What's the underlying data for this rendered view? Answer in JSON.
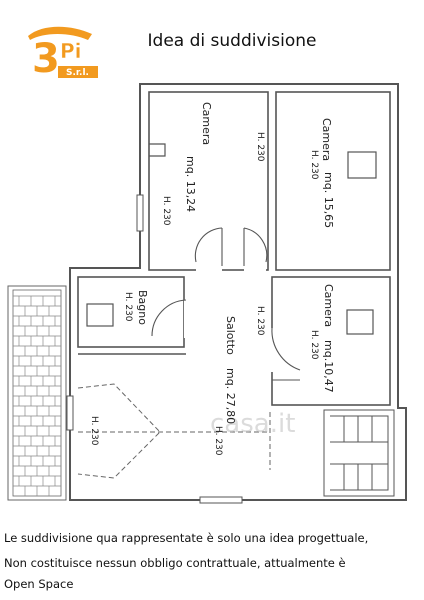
{
  "logo": {
    "mark": "3",
    "superscript": "Pi",
    "company": "S.r.l.",
    "colors": {
      "orange": "#f29a1f",
      "white": "#ffffff"
    }
  },
  "title": "Idea di suddivisione",
  "rooms": {
    "camera1": {
      "name": "Camera",
      "area": "mq. 13,24",
      "height": "H. 230"
    },
    "camera2": {
      "name": "Camera",
      "area": "mq. 15,65",
      "height": "H. 230"
    },
    "camera3": {
      "name": "Camera",
      "area": "mq.10,47",
      "height": "H. 230"
    },
    "bagno": {
      "name": "Bagno",
      "height": "H. 230"
    },
    "salotto": {
      "name": "Salotto",
      "area": "mq. 27,80",
      "height": "H. 230"
    },
    "corridor": {
      "height": "H. 230"
    },
    "camera1_side": {
      "height": "H. 230"
    },
    "open_area": {
      "height": "H. 230"
    }
  },
  "watermark": "casa.it",
  "footer": {
    "line1": "Le suddivisione qua rappresentate è solo una idea progettuale,",
    "line2": "Non costituisce nessun obbligo contrattuale, attualmente è",
    "line3": "Open Space"
  }
}
